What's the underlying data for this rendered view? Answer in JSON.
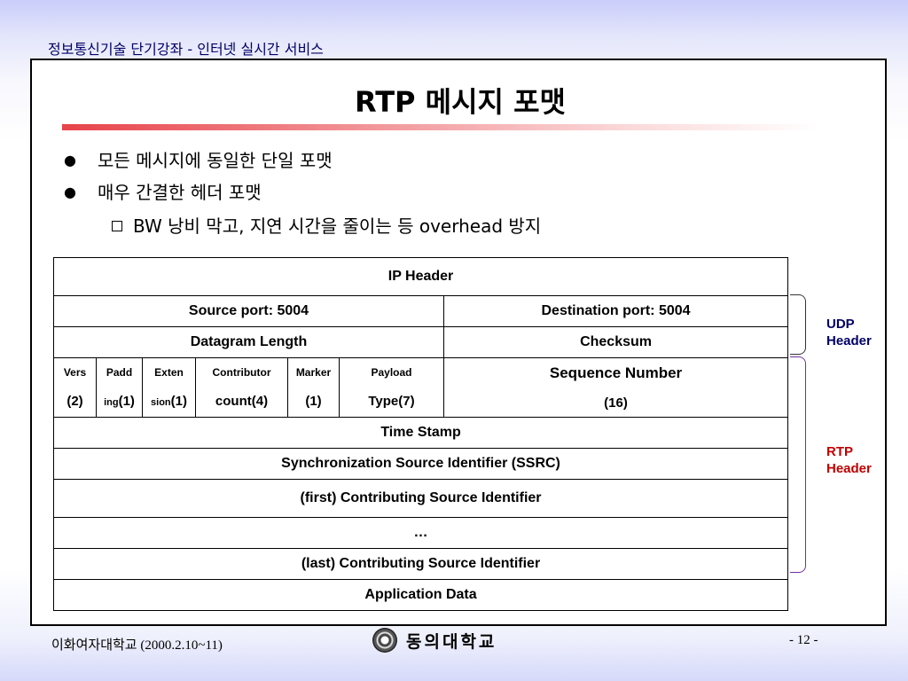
{
  "header": {
    "course": "정보통신기술 단기강좌 - 인터넷 실시간 서비스"
  },
  "slide": {
    "title": "RTP 메시지 포맷"
  },
  "bullets": [
    {
      "text": "모든 메시지에 동일한 단일 포맷"
    },
    {
      "text": "매우 간결한 헤더 포맷"
    }
  ],
  "sub_bullets": [
    {
      "text": "BW 낭비 막고, 지연 시간을 줄이는 등 overhead 방지"
    }
  ],
  "table": {
    "ip_header": "IP Header",
    "source_port": "Source port: 5004",
    "dest_port": "Destination port: 5004",
    "datagram_length": "Datagram Length",
    "checksum": "Checksum",
    "fields": {
      "vers_top": "Vers",
      "vers_bottom": "(2)",
      "padd_top": "Padd",
      "padd_bottom_a": "ing",
      "padd_bottom_b": "(1)",
      "exten_top": "Exten",
      "exten_bottom_a": "sion",
      "exten_bottom_b": "(1)",
      "contrib_top": "Contributor",
      "contrib_bottom": "count(4)",
      "marker_top": "Marker",
      "marker_bottom": "(1)",
      "payload_top": "Payload",
      "payload_bottom": "Type(7)",
      "seq_top": "Sequence Number",
      "seq_bottom": "(16)"
    },
    "time_stamp": "Time Stamp",
    "ssrc": "Synchronization Source Identifier (SSRC)",
    "first_csrc": "(first) Contributing Source Identifier",
    "ellipsis": "…",
    "last_csrc": "(last) Contributing Source Identifier",
    "app_data": "Application Data"
  },
  "labels": {
    "udp": "UDP\nHeader",
    "rtp": "RTP\nHeader",
    "udp_color": "#000066",
    "rtp_color": "#c00000",
    "rtp_brace_color": "#7030a0"
  },
  "footer": {
    "left": "이화여자대학교 (2000.2.10~11)",
    "center": "동의대학교",
    "right": "- 12 -"
  },
  "accent": {
    "underline_color": "#e8434a"
  }
}
